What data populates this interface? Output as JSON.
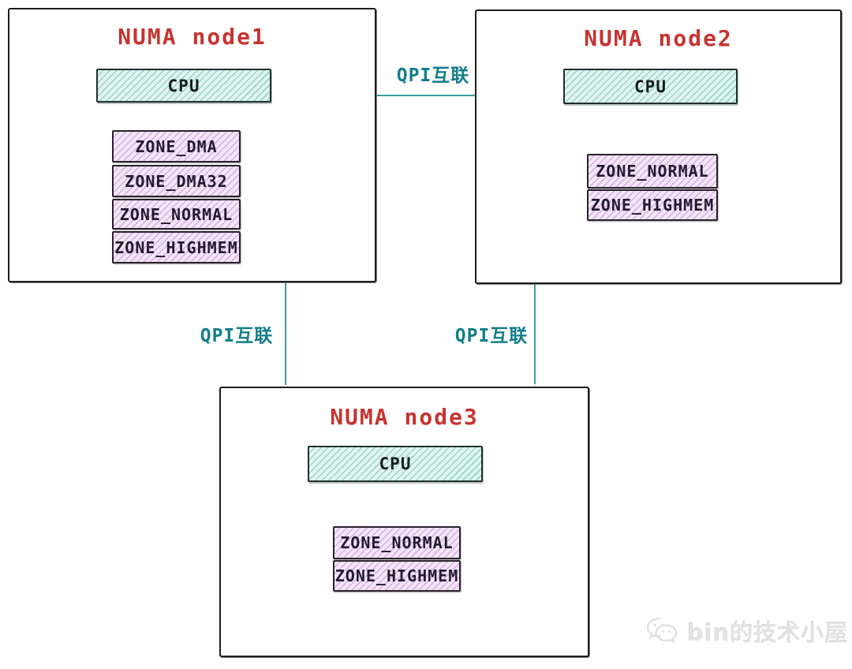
{
  "nodes": [
    {
      "id": "node1",
      "title": "NUMA node1",
      "cpu_label": "CPU",
      "zones": [
        "ZONE_DMA",
        "ZONE_DMA32",
        "ZONE_NORMAL",
        "ZONE_HIGHMEM"
      ]
    },
    {
      "id": "node2",
      "title": "NUMA node2",
      "cpu_label": "CPU",
      "zones": [
        "ZONE_NORMAL",
        "ZONE_HIGHMEM"
      ]
    },
    {
      "id": "node3",
      "title": "NUMA node3",
      "cpu_label": "CPU",
      "zones": [
        "ZONE_NORMAL",
        "ZONE_HIGHMEM"
      ]
    }
  ],
  "links": [
    {
      "from": "node1",
      "to": "node2",
      "label": "QPI互联"
    },
    {
      "from": "node1",
      "to": "node3",
      "label": "QPI互联"
    },
    {
      "from": "node2",
      "to": "node3",
      "label": "QPI互联"
    }
  ],
  "watermark": {
    "text": "bin的技术小屋",
    "icon": "wechat-chat-bubbles-icon"
  },
  "colors": {
    "node_title_red": "#c63431",
    "cpu_fill": "#e2f4f0",
    "cpu_hatch": "#96d4ca",
    "zone_fill": "#f2e6f6",
    "zone_hatch": "#d6aedd",
    "box_border": "#1d1d1d",
    "link_line_teal": "#3f9da3",
    "link_label_teal": "#137e89",
    "watermark_gray": "#e3e3e3"
  }
}
